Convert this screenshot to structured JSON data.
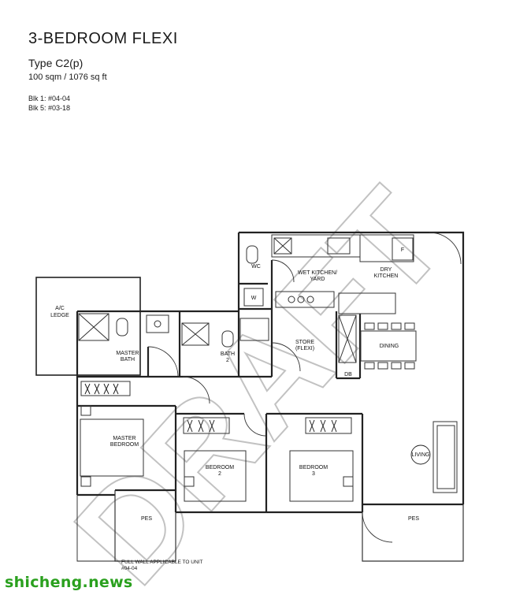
{
  "header": {
    "title": "3-BEDROOM FLEXI",
    "type": "Type C2(p)",
    "area": "100 sqm / 1076 sq ft",
    "blocks": [
      "Blk 1: #04-04",
      "Blk 5: #03-18"
    ]
  },
  "plan": {
    "rooms": {
      "ac_ledge": [
        "A/C",
        "LEDGE"
      ],
      "wc": "WC",
      "washer": "W",
      "wet_kitchen": [
        "WET KITCHEN/",
        "YARD"
      ],
      "dry_kitchen": [
        "DRY",
        "KITCHEN"
      ],
      "fridge": "F",
      "master_bath": [
        "MASTER",
        "BATH"
      ],
      "bath2": [
        "BATH",
        "2"
      ],
      "store": [
        "STORE",
        "(FLEXI)"
      ],
      "dining": "DINING",
      "db": "DB",
      "master_bedroom": [
        "MASTER",
        "BEDROOM"
      ],
      "bedroom2": [
        "BEDROOM",
        "2"
      ],
      "bedroom3": [
        "BEDROOM",
        "3"
      ],
      "living": "LIVING",
      "pes_left": "PES",
      "pes_right": "PES"
    },
    "note": [
      "FULL WALL APPLICABLE TO UNIT",
      "#04-04"
    ],
    "stamp": "DRAFT"
  },
  "footer": {
    "watermark": "shicheng.news"
  }
}
